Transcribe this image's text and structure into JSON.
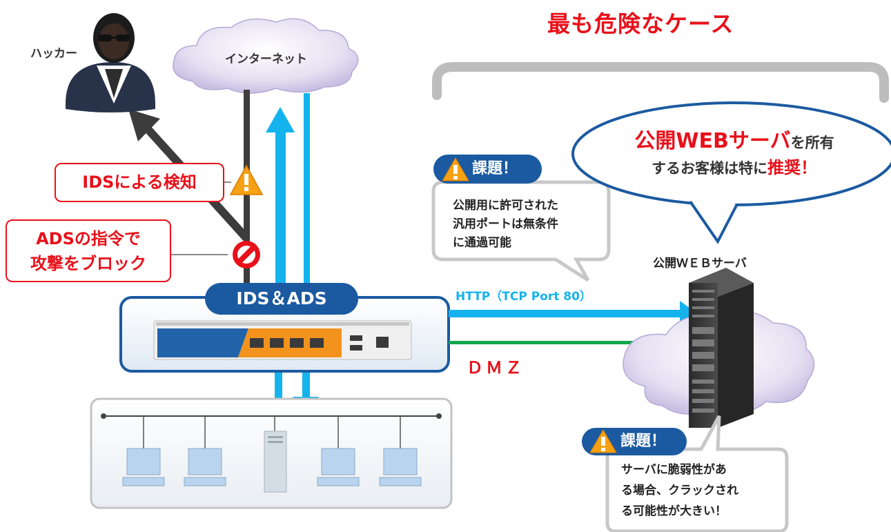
{
  "title": "最も危険なケース",
  "hacker_label": "ハッカー",
  "internet_label": "インターネット",
  "ids_detect_label": "IDSによる検知",
  "ads_block_label": [
    "ADSの指令で",
    "攻撃をブロック"
  ],
  "device_label": "IDS＆ADS",
  "issue_tag": "課題！",
  "issue_top_text": [
    "公開用に許可された",
    "汎用ポートは無条件",
    "に通過可能"
  ],
  "bubble": {
    "line1_red": "公開WEBサーバ",
    "line1_rest": "を所有",
    "line2_start": "するお客様は特に",
    "line2_red": "推奨！"
  },
  "server_label": "公開ＷＥＢサーバ",
  "http_label": "HTTP（TCP Port 80）",
  "dmz_label": "ＤＭＺ",
  "issue_bottom_text": [
    "サーバに脆弱性があ",
    "る場合、クラックされ",
    "る可能性が大きい！"
  ],
  "colors": {
    "red": "#e8101a",
    "blue": "#1b5aa0",
    "cyan": "#15b3ee",
    "green": "#11a64a",
    "dark": "#3c3c3c"
  }
}
